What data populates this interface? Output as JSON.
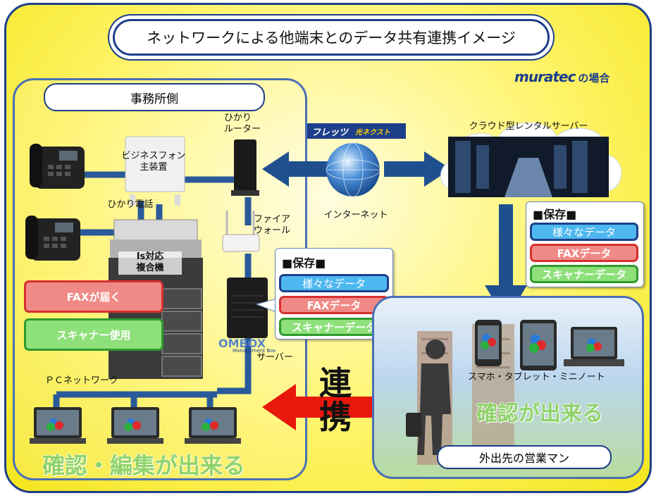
{
  "title": "ネットワークによる他端末とのデータ共有連携イメージ",
  "brand": {
    "logo": "muratec",
    "suffix": "の場合",
    "color": "#1d3f8a"
  },
  "office": {
    "label": "事務所側",
    "business_phone": "ビジネスフォン\n主装置",
    "hikari_phone": "ひかり電話",
    "router": "ひかり\nルーター",
    "firewall": "ファイア\nウォール",
    "mfp": "Is対応\n複合機",
    "fax_pill": "FAXが届く",
    "scanner_pill": "スキャナー使用",
    "omb_logo": "OMBOX",
    "omb_sub": "Management Box",
    "server": "サーバー",
    "pc_network": "ＰＣネットワーク",
    "edit_caption": "確認・編集が出来る",
    "storage": {
      "title": "■保存■",
      "items": [
        "様々なデータ",
        "FAXデータ",
        "スキャナーデータ"
      ]
    }
  },
  "internet": {
    "flets_logo": "フレッツ",
    "flets_sub": "光ネクスト",
    "label": "インターネット"
  },
  "cloud": {
    "label": "クラウド型レンタルサーバー",
    "storage": {
      "title": "■保存■",
      "items": [
        "様々なデータ",
        "FAXデータ",
        "スキャナーデータ"
      ]
    }
  },
  "outside": {
    "devices": "スマホ・タブレット・ミニノート",
    "confirm_caption": "確認が出来る",
    "label": "外出先の営業マン"
  },
  "renkei": "連\n携",
  "colors": {
    "line": "#2a5a9a",
    "arrow": "#e8180c",
    "frame": "#1d3f8a"
  }
}
